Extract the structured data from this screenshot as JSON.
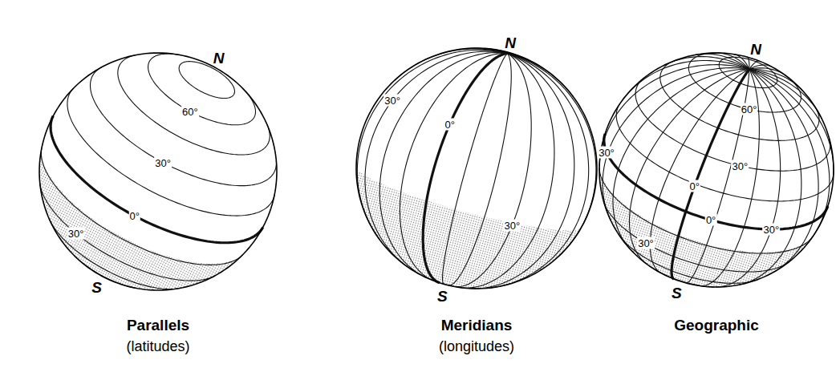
{
  "diagram": {
    "labels": [
      "N",
      "60°",
      "30°",
      "0°",
      "30°",
      "S",
      "Parallels",
      "(latitudes)",
      "N",
      "30°",
      "0°",
      "30°",
      "S",
      "Meridians",
      "(longitudes)",
      "N",
      "60°",
      "30°",
      "30°",
      "0°",
      "0°",
      "30°",
      "30°",
      "S",
      "Geographic"
    ]
  }
}
